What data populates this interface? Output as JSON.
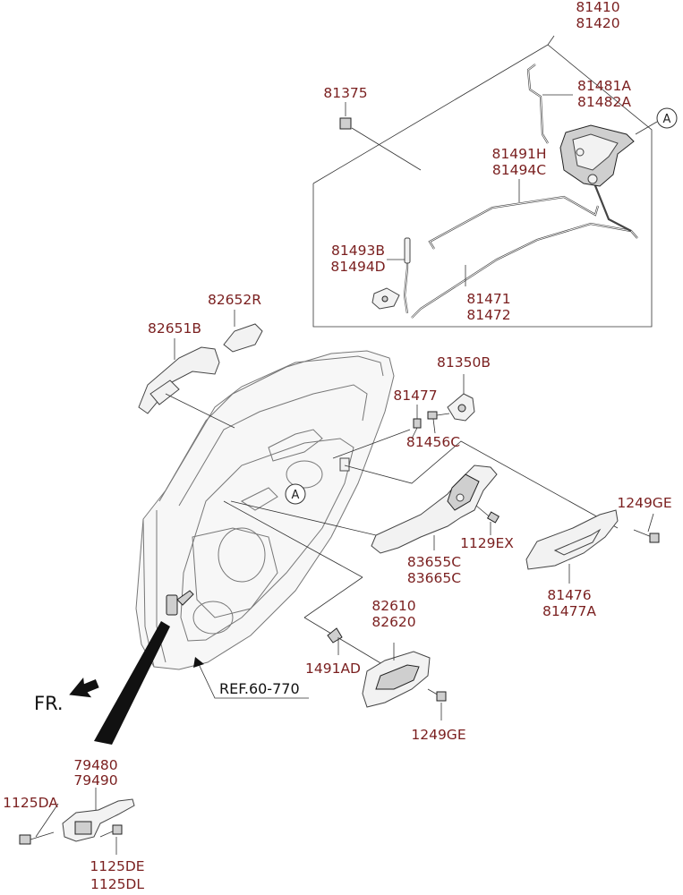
{
  "labels": {
    "l_81410": "81410",
    "l_81420": "81420",
    "l_81375": "81375",
    "l_81481A": "81481A",
    "l_81482A": "81482A",
    "l_81491H": "81491H",
    "l_81494C": "81494C",
    "l_81493B": "81493B",
    "l_81494D": "81494D",
    "l_81471": "81471",
    "l_81472": "81472",
    "l_82652R": "82652R",
    "l_82651B": "82651B",
    "l_81350B": "81350B",
    "l_81477": "81477",
    "l_81456C": "81456C",
    "l_1249GE_a": "1249GE",
    "l_1129EX": "1129EX",
    "l_83655C": "83655C",
    "l_83665C": "83665C",
    "l_81476": "81476",
    "l_81477A": "81477A",
    "l_82610": "82610",
    "l_82620": "82620",
    "l_1491AD": "1491AD",
    "l_1249GE_b": "1249GE",
    "l_ref": "REF.60-770",
    "l_fr": "FR.",
    "l_79480": "79480",
    "l_79490": "79490",
    "l_1125DA": "1125DA",
    "l_1125DE": "1125DE",
    "l_1125DL": "1125DL"
  },
  "callouts": {
    "a_detail": "A",
    "a_door": "A"
  },
  "colors": {
    "part_label": "#7a1f1f",
    "line": "#333333"
  }
}
